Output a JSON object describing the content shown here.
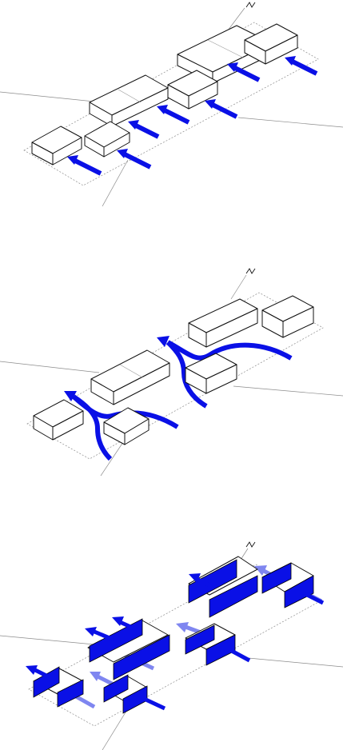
{
  "diagram": {
    "panels": [
      {
        "id": "straight-wind-flow",
        "north_symbol": "north-arrow-icon"
      },
      {
        "id": "split-wind-flow",
        "north_symbol": "north-arrow-icon"
      },
      {
        "id": "baffled-wind-flow",
        "north_symbol": "north-arrow-icon"
      }
    ],
    "colors": {
      "wind": "#0a10e6",
      "wind_light": "#7f86f0",
      "outline": "#111111",
      "leader": "#8c8c8c"
    }
  }
}
